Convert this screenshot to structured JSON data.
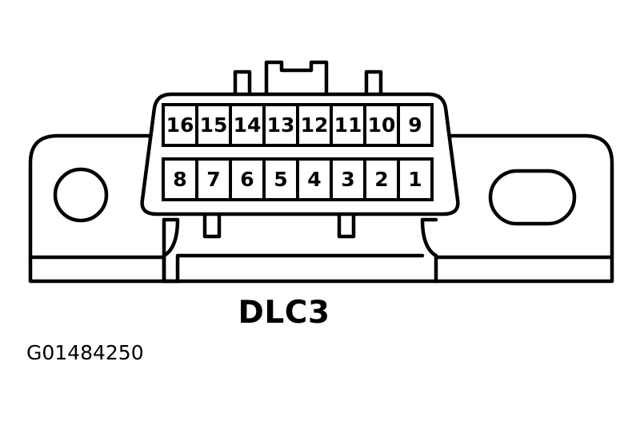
{
  "figure": {
    "caption": "DLC3",
    "figure_id": "G01484250",
    "background_color": "#ffffff",
    "line_color": "#000000"
  },
  "connector": {
    "name": "DLC3 diagnostic link connector",
    "pin_count": 16,
    "rows": [
      {
        "row_name": "top-row",
        "pins": [
          {
            "label": "16"
          },
          {
            "label": "15"
          },
          {
            "label": "14"
          },
          {
            "label": "13"
          },
          {
            "label": "12"
          },
          {
            "label": "11"
          },
          {
            "label": "10"
          },
          {
            "label": "9"
          }
        ]
      },
      {
        "row_name": "bottom-row",
        "pins": [
          {
            "label": "8"
          },
          {
            "label": "7"
          },
          {
            "label": "6"
          },
          {
            "label": "5"
          },
          {
            "label": "4"
          },
          {
            "label": "3"
          },
          {
            "label": "2"
          },
          {
            "label": "1"
          }
        ]
      }
    ]
  },
  "hardware": {
    "left_flange_hole": "circular-hole",
    "right_flange_hole": "oblong-slot-hole",
    "top_tabs": [
      "small-tab-left",
      "notched-center-tab",
      "small-tab-right"
    ],
    "bottom_tabs": [
      "small-tab-left",
      "small-tab-right"
    ]
  }
}
